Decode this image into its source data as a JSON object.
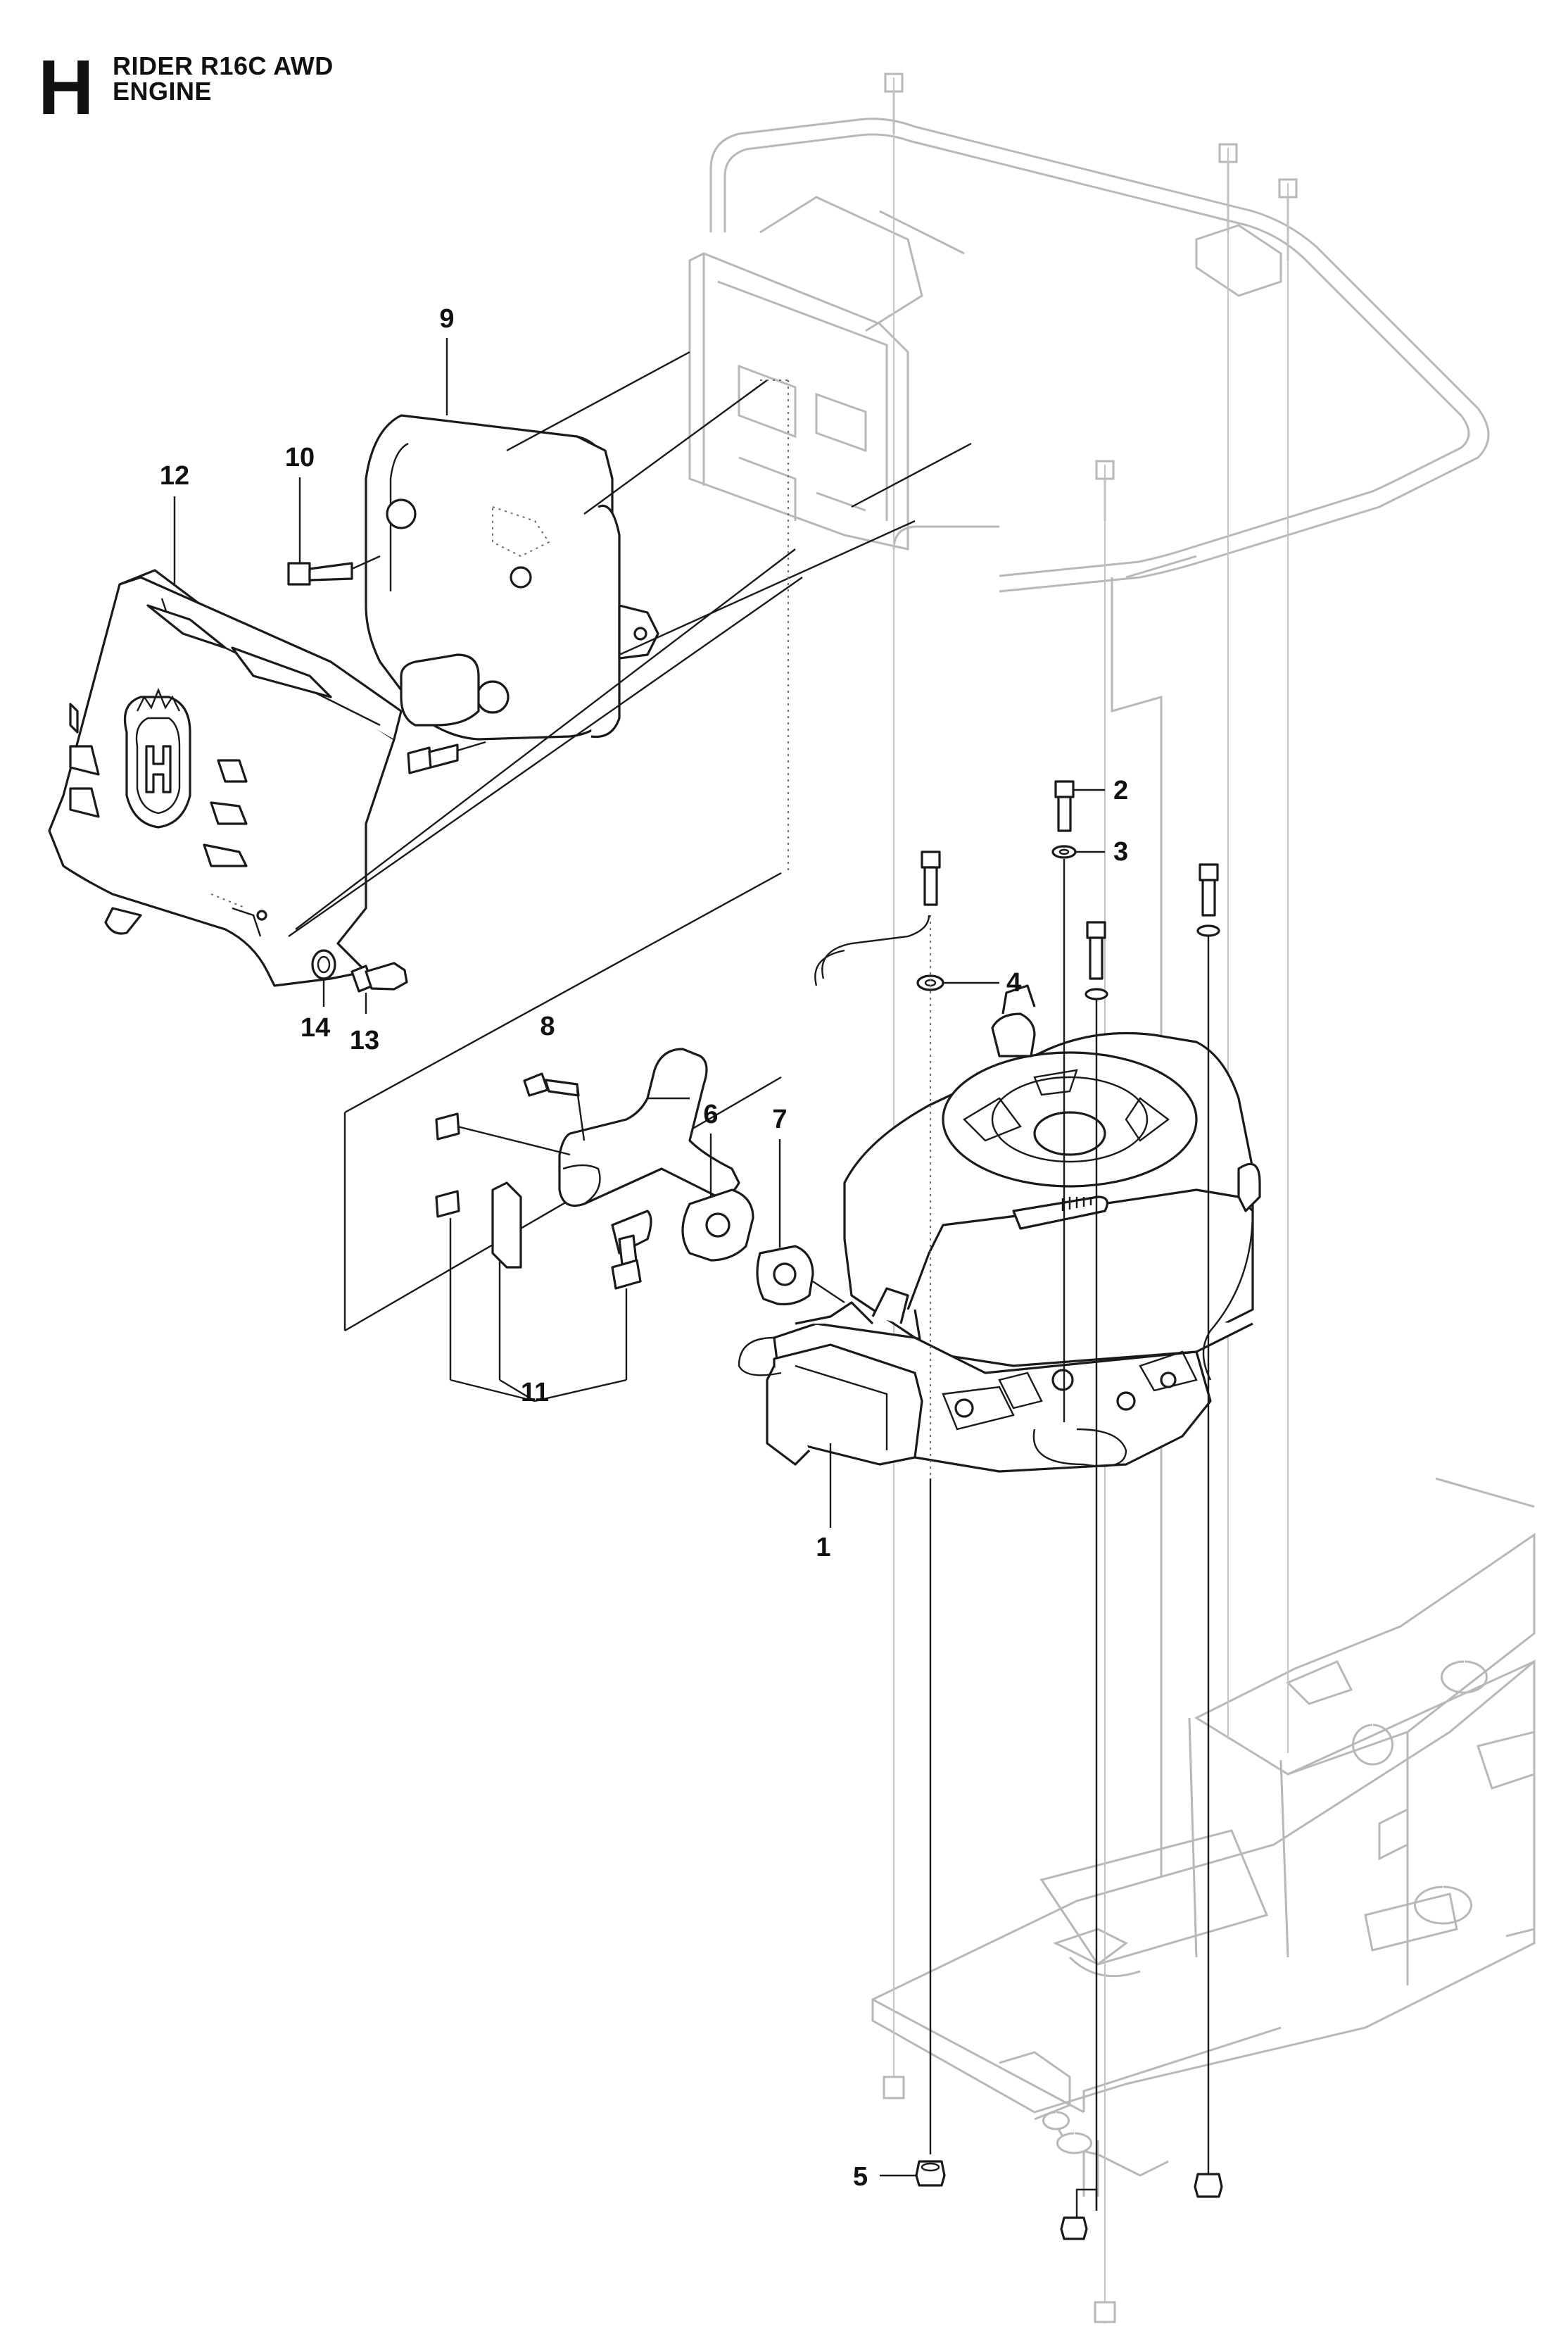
{
  "header": {
    "section_letter": "H",
    "title_line_1": "RIDER R16C AWD",
    "title_line_2": "ENGINE"
  },
  "callouts": [
    {
      "id": "1",
      "label": "1"
    },
    {
      "id": "2",
      "label": "2"
    },
    {
      "id": "3",
      "label": "3"
    },
    {
      "id": "4",
      "label": "4"
    },
    {
      "id": "5",
      "label": "5"
    },
    {
      "id": "6",
      "label": "6"
    },
    {
      "id": "7",
      "label": "7"
    },
    {
      "id": "8",
      "label": "8"
    },
    {
      "id": "9",
      "label": "9"
    },
    {
      "id": "10",
      "label": "10"
    },
    {
      "id": "11",
      "label": "11"
    },
    {
      "id": "12",
      "label": "12"
    },
    {
      "id": "13",
      "label": "13"
    },
    {
      "id": "14",
      "label": "14"
    }
  ],
  "colors": {
    "ink": "#1a1a1a",
    "ghost": "#b8b8b8",
    "background": "#ffffff"
  },
  "icons": {
    "brand_mark": "husqvarna-h-crown-logo"
  }
}
